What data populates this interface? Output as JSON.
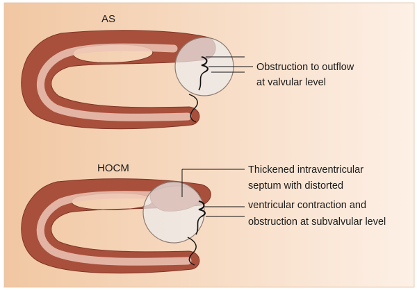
{
  "colors": {
    "background_left": "#f1c7a2",
    "background_right": "#fdf0e6",
    "muscle_outer": "#a8503c",
    "muscle_inner": "#edc6b6",
    "magnifier_fill": "#ececec",
    "leaflet_stroke": "#111111"
  },
  "panels": [
    {
      "heading": "AS",
      "note_lines": [
        "Obstruction to outflow",
        "at valvular level"
      ]
    },
    {
      "heading": "HOCM",
      "note_lines": [
        "Thickened intraventricular",
        "septum with distorted",
        "ventricular contraction and",
        "obstruction at subvalvular level"
      ]
    }
  ]
}
